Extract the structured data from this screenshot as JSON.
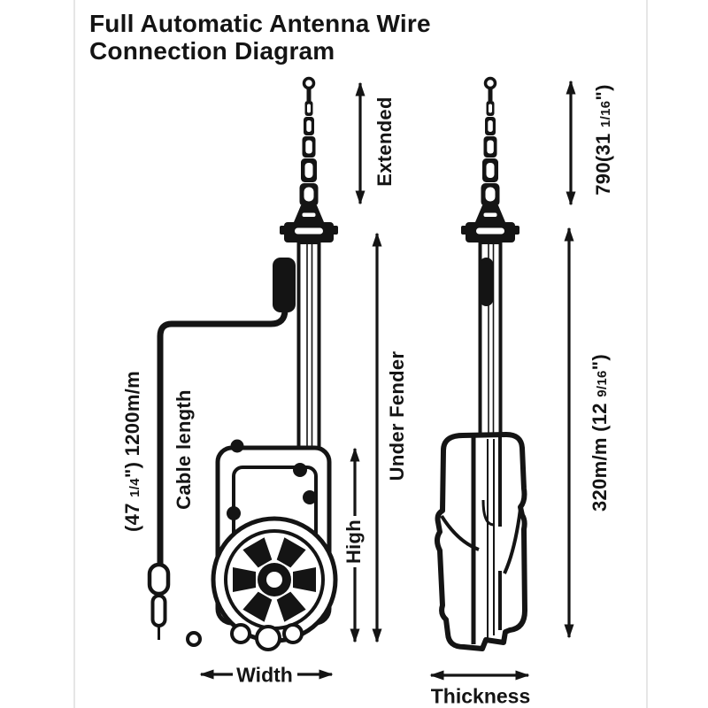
{
  "colors": {
    "background": "#ffffff",
    "ink": "#141414",
    "edge_line": "#e6e6e6"
  },
  "title": {
    "line1": "Full Automatic Antenna Wire",
    "line2": "Connection Diagram"
  },
  "labels": {
    "extended": "Extended",
    "under_fender": "Under Fender",
    "high": "High",
    "width": "Width",
    "thickness": "Thickness",
    "cable_length": "Cable length",
    "cable_dim": {
      "prefix": "(47 ",
      "fraction": "1/4",
      "suffix": "\") 1200m/m"
    },
    "extended_dim": {
      "prefix": "790(31 ",
      "fraction": "1/16",
      "suffix": "\")"
    },
    "under_fender_dim": {
      "prefix": "320m/m (12 ",
      "fraction": "9/16",
      "suffix": "\")"
    }
  }
}
